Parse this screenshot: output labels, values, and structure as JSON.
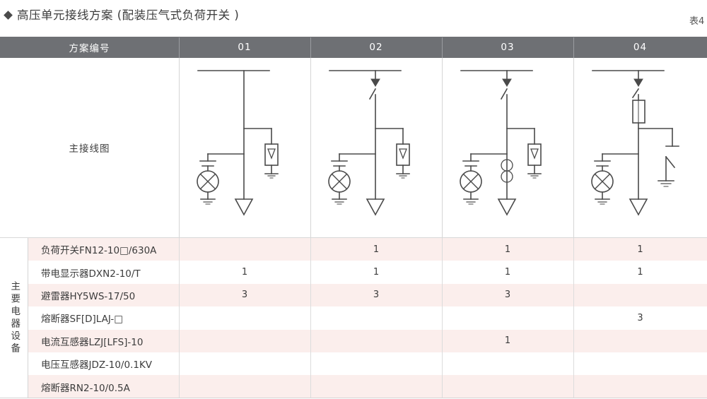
{
  "title": {
    "heading": "高压单元接线方案 (配装压气式负荷开关 )",
    "table_number": "表4"
  },
  "header": {
    "first_label": "方案编号",
    "columns": [
      "01",
      "02",
      "03",
      "04"
    ]
  },
  "diagram_row": {
    "label": "主接线图"
  },
  "equipment_group": {
    "label": "主要电器设备"
  },
  "rows": [
    {
      "name": "负荷开关FN12-10□/630A",
      "values": [
        "",
        "1",
        "1",
        "1"
      ]
    },
    {
      "name": "带电显示器DXN2-10/T",
      "values": [
        "1",
        "1",
        "1",
        "1"
      ]
    },
    {
      "name": "避雷器HY5WS-17/50",
      "values": [
        "3",
        "3",
        "3",
        ""
      ]
    },
    {
      "name": "熔断器SF[D]LAJ-□",
      "values": [
        "",
        "",
        "",
        "3"
      ]
    },
    {
      "name": "电流互感器LZJ[LFS]-10",
      "values": [
        "",
        "",
        "1",
        ""
      ]
    },
    {
      "name": "电压互感器JDZ-10/0.1KV",
      "values": [
        "",
        "",
        "",
        ""
      ]
    },
    {
      "name": "熔断器RN2-10/0.5A",
      "values": [
        "",
        "",
        "",
        ""
      ]
    }
  ],
  "colors": {
    "header_band": "#6e7074",
    "row_tint": "#fbeeec",
    "line": "#4a4a4a",
    "grid": "#d5d5d5"
  },
  "diagrams": {
    "d01": {
      "name": "scheme-01-diagram",
      "components": [
        "busbar",
        "voltage-indicator",
        "surge-arrester",
        "cable-termination"
      ]
    },
    "d02": {
      "name": "scheme-02-diagram",
      "components": [
        "busbar",
        "load-break-switch",
        "voltage-indicator",
        "surge-arrester",
        "cable-termination"
      ]
    },
    "d03": {
      "name": "scheme-03-diagram",
      "components": [
        "busbar",
        "load-break-switch",
        "current-transformer",
        "voltage-indicator",
        "surge-arrester",
        "cable-termination"
      ]
    },
    "d04": {
      "name": "scheme-04-diagram",
      "components": [
        "busbar",
        "load-break-switch",
        "fuse",
        "voltage-indicator",
        "earthing-switch",
        "cable-termination"
      ]
    }
  }
}
